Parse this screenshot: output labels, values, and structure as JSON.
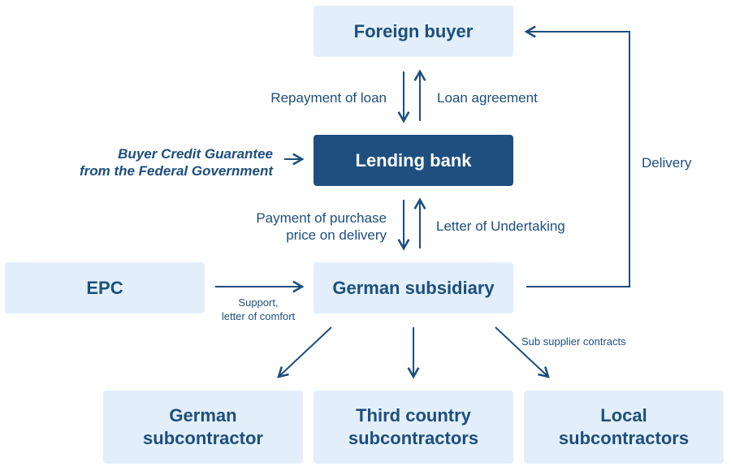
{
  "nodes": {
    "foreign_buyer": "Foreign buyer",
    "lending_bank": "Lending bank",
    "epc": "EPC",
    "german_subsidiary": "German subsidiary",
    "german_subcontractor": [
      "German",
      "subcontractor"
    ],
    "third_country": [
      "Third country",
      "subcontractors"
    ],
    "local": [
      "Local",
      "subcontractors"
    ]
  },
  "labels": {
    "repayment": "Repayment of loan",
    "loan_agreement": "Loan agreement",
    "guarantee": [
      "Buyer Credit Guarantee",
      "from the Federal Government"
    ],
    "payment": [
      "Payment of purchase",
      "price on delivery"
    ],
    "undertaking": "Letter of Undertaking",
    "support": [
      "Support,",
      "letter of comfort"
    ],
    "delivery": "Delivery",
    "sub_supplier": "Sub supplier contracts"
  },
  "colors": {
    "box_light": "#e2effb",
    "box_dark": "#1e4f7f",
    "text": "#1d4e7d",
    "arrow": "#1d4e7d"
  }
}
